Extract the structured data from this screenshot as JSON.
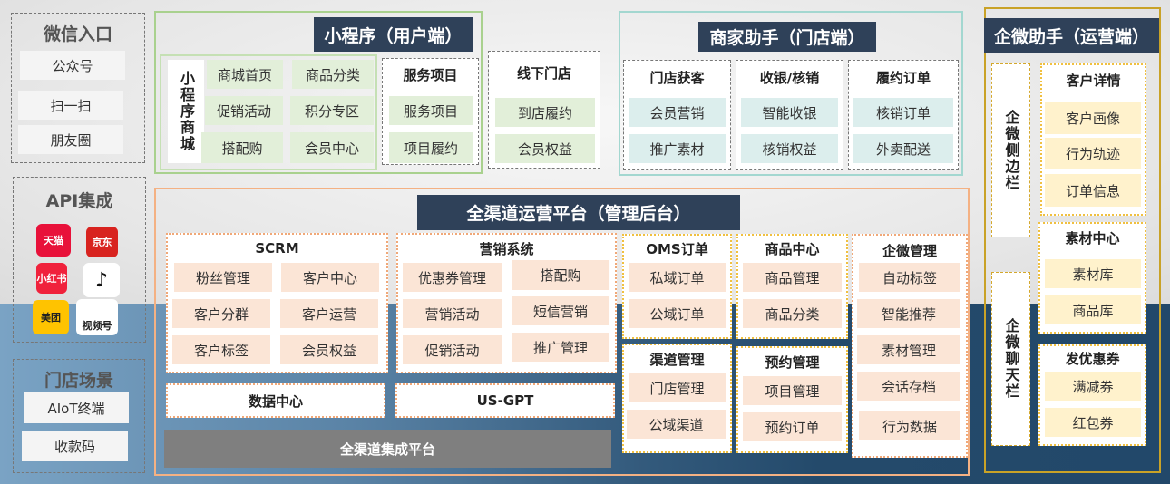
{
  "wechat": {
    "title": "微信入口",
    "items": [
      "公众号",
      "扫一扫",
      "朋友圈"
    ]
  },
  "api": {
    "title": "API集成",
    "icons": [
      {
        "name": "tmall-icon",
        "label": "天猫",
        "color": "#e8113a"
      },
      {
        "name": "jd-icon",
        "label": "京东",
        "color": "#d8231f"
      },
      {
        "name": "xiaohongshu-icon",
        "label": "小红书",
        "color": "#f0223c"
      },
      {
        "name": "douyin-icon",
        "label": "♪",
        "color": "#111111"
      },
      {
        "name": "meituan-icon",
        "label": "美团",
        "color": "#ffc300"
      },
      {
        "name": "channels-icon",
        "label": "视频号",
        "color": "#ffffff"
      }
    ]
  },
  "store": {
    "title": "门店场景",
    "items": [
      "AIoT终端",
      "收款码"
    ]
  },
  "miniapp": {
    "title": "小程序（用户端）",
    "mall_label": "小程序商城",
    "mall_items": [
      "商城首页",
      "商品分类",
      "促销活动",
      "积分专区",
      "搭配购",
      "会员中心"
    ],
    "service": {
      "title": "服务项目",
      "items": [
        "服务项目",
        "项目履约"
      ]
    },
    "offline": {
      "title": "线下门店",
      "items": [
        "到店履约",
        "会员权益"
      ]
    }
  },
  "merchant": {
    "title": "商家助手（门店端）",
    "groups": [
      {
        "title": "门店获客",
        "items": [
          "会员营销",
          "推广素材"
        ]
      },
      {
        "title": "收银/核销",
        "items": [
          "智能收银",
          "核销权益"
        ]
      },
      {
        "title": "履约订单",
        "items": [
          "核销订单",
          "外卖配送"
        ]
      }
    ]
  },
  "wecom": {
    "title": "企微助手（运营端）",
    "sidebar": "企微侧边栏",
    "chatbar": "企微聊天栏",
    "customer": {
      "title": "客户详情",
      "items": [
        "客户画像",
        "行为轨迹",
        "订单信息"
      ]
    },
    "material": {
      "title": "素材中心",
      "items": [
        "素材库",
        "商品库"
      ]
    },
    "coupon": {
      "title": "发优惠券",
      "items": [
        "满减券",
        "红包券"
      ]
    }
  },
  "platform": {
    "title": "全渠道运营平台（管理后台）",
    "scrm": {
      "title": "SCRM",
      "items": [
        "粉丝管理",
        "客户中心",
        "客户分群",
        "客户运营",
        "客户标签",
        "会员权益"
      ]
    },
    "marketing": {
      "title": "营销系统",
      "items": [
        "优惠券管理",
        "搭配购",
        "营销活动",
        "短信营销",
        "促销活动",
        "推广管理"
      ]
    },
    "data_center": "数据中心",
    "usgpt": "US-GPT",
    "integration": "全渠道集成平台",
    "oms": {
      "title": "OMS订单",
      "items": [
        "私域订单",
        "公域订单"
      ]
    },
    "product": {
      "title": "商品中心",
      "items": [
        "商品管理",
        "商品分类"
      ]
    },
    "channel": {
      "title": "渠道管理",
      "items": [
        "门店管理",
        "公域渠道"
      ]
    },
    "booking": {
      "title": "预约管理",
      "items": [
        "项目管理",
        "预约订单"
      ]
    },
    "wecom_mgmt": {
      "title": "企微管理",
      "items": [
        "自动标签",
        "智能推荐",
        "素材管理",
        "会话存档",
        "行为数据"
      ]
    }
  }
}
